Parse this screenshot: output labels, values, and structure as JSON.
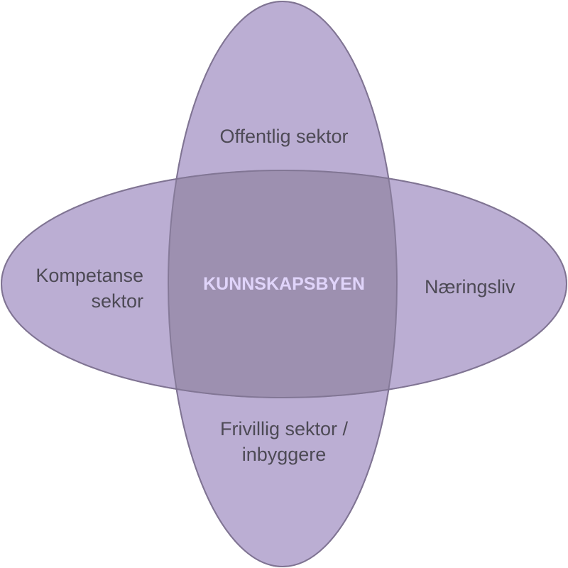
{
  "diagram": {
    "type": "four-ellipse overlap",
    "center": {
      "label": "KUNNSKAPSBYEN"
    },
    "sectors": {
      "top": {
        "label": "Offentlig sektor"
      },
      "left": {
        "lines": [
          "Kompetanse",
          "sektor"
        ]
      },
      "right": {
        "label": "Næringsliv"
      },
      "bottom": {
        "lines": [
          "Frivillig sektor /",
          "inbyggere"
        ]
      }
    },
    "colors": {
      "ellipse_fill": "#bbaed3",
      "overlap_fill": "#9d90b0",
      "stroke": "#8a7e9e",
      "label_text": "#4d4a55",
      "center_text": "#e0d4fa"
    }
  }
}
